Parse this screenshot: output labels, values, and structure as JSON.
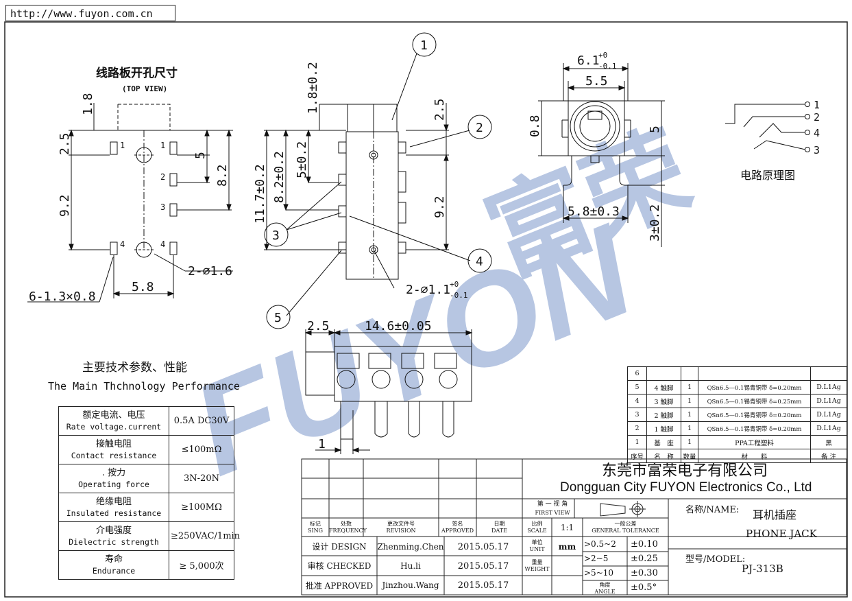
{
  "url": "http://www.fuyon.com.cn",
  "watermark": {
    "brand": "FUYON",
    "cn": "富荣",
    "color": "#7e99cc"
  },
  "top_view": {
    "title": "线路板开孔尺寸",
    "subtitle": "(TOP VIEW)",
    "dims": {
      "d1_8": "1.8",
      "d2_5": "2.5",
      "d5": "5",
      "d8_2": "8.2",
      "d9_2": "9.2",
      "d5_8": "5.8",
      "hole": "2-⌀1.6",
      "pads": "6-1.3×0.8"
    },
    "pins": [
      "1",
      "1",
      "2",
      "3",
      "4",
      "4"
    ]
  },
  "side_view": {
    "dims": {
      "top": "1.8±0.2",
      "overall": "11.7±0.2",
      "d8_2": "8.2±0.2",
      "d5": "5±0.2",
      "d2_5": "2.5",
      "d9_2": "9.2",
      "hole_main": "2-⌀1.1",
      "hole_tol_up": "+0",
      "hole_tol_dn": "-0.1"
    },
    "callouts": [
      "1",
      "2",
      "3",
      "4",
      "5"
    ]
  },
  "front_view": {
    "d6_1": "6.1",
    "tol_up": "+0",
    "tol_dn": "-0.1",
    "d5_5": "5.5",
    "d0_8": "0.8",
    "d5": "5",
    "d5_8": "5.8±0.3",
    "d3": "3±0.2"
  },
  "circuit": {
    "title": "电路原理图",
    "pins": [
      "1",
      "2",
      "4",
      "3"
    ]
  },
  "bottom_view": {
    "d2_5": "2.5",
    "d14_6": "14.6±0.05",
    "d1": "1"
  },
  "performance": {
    "title_cn": "主要技术参数、性能",
    "title_en": "The Main Thchnology Performance",
    "rows": [
      {
        "zh": "额定电流、电压",
        "en": "Rate voltage.current",
        "value": "0.5A DC30V"
      },
      {
        "zh": "接触电阻",
        "en": "Contact resistance",
        "value": "≤100mΩ"
      },
      {
        "zh": ". 按力",
        "en": "Operating force",
        "value": "3N-20N"
      },
      {
        "zh": "绝缘电阻",
        "en": "Insulated resistance",
        "value": "≥100MΩ"
      },
      {
        "zh": "介电强度",
        "en": "Dielectric strength",
        "value": "≥250VAC/1min"
      },
      {
        "zh": "寿命",
        "en": "Endurance",
        "value": "≥ 5,000次"
      }
    ]
  },
  "bom": {
    "rows": [
      {
        "no": "6",
        "name": "",
        "qty": "",
        "material": "",
        "note": ""
      },
      {
        "no": "5",
        "name": "4 触脚",
        "qty": "1",
        "material": "QSn6.5—0.1锡青铜带 δ=0.20mm",
        "note": "D.L1Ag"
      },
      {
        "no": "4",
        "name": "3 触脚",
        "qty": "1",
        "material": "QSn6.5—0.1锡青铜带 δ=0.25mm",
        "note": "D.L1Ag"
      },
      {
        "no": "3",
        "name": "2 触脚",
        "qty": "1",
        "material": "QSn6.5—0.1锡青铜带 δ=0.20mm",
        "note": "D.L1Ag"
      },
      {
        "no": "2",
        "name": "1 触脚",
        "qty": "1",
        "material": "QSn6.5—0.1锡青铜带 δ=0.20mm",
        "note": "D.L1Ag"
      },
      {
        "no": "1",
        "name": "基　座",
        "qty": "1",
        "material": "PPA工程塑料",
        "note": "黑"
      }
    ],
    "header": {
      "no": "序号",
      "name": "名　称",
      "qty": "数量",
      "material": "材　　料",
      "note": "备 注"
    }
  },
  "title_block": {
    "company_cn": "东莞市富荣电子有限公司",
    "company_en": "Dongguan City FUYON Electronics Co., Ltd",
    "first_view_cn": "第 一 视 角",
    "first_view_en": "FIRST VIEW",
    "headers": {
      "sign_cn": "标记",
      "sign_en": "SING",
      "freq_cn": "处数",
      "freq_en": "FREQUENCY",
      "rev_cn": "更改文件号",
      "rev_en": "REVISION",
      "appr_cn": "签名",
      "appr_en": "APPROVED",
      "date_cn": "日期",
      "date_en": "DATE",
      "scale_cn": "比例",
      "scale_en": "SCALE",
      "scale_val": "1:1",
      "tol_cn": "一般公差",
      "tol_en": "GENERAL TOLERANCE",
      "unit_cn": "单位",
      "unit_en": "UNIT",
      "unit_val": "mm",
      "weight_cn": "重量",
      "weight_en": "WEIGHT",
      "angle_cn": "角度",
      "angle_en": "ANGLE"
    },
    "signoff": [
      {
        "role": "设计 DESIGN",
        "name": "Zhenming.Chen",
        "date": "2015.05.17"
      },
      {
        "role": "审核 CHECKED",
        "name": "Hu.li",
        "date": "2015.05.17"
      },
      {
        "role": "批准 APPROVED",
        "name": "Jinzhou.Wang",
        "date": "2015.05.17"
      }
    ],
    "tolerances": [
      {
        "range": ">0.5~2",
        "tol": "±0.10"
      },
      {
        "range": ">2~5",
        "tol": "±0.25"
      },
      {
        "range": ">5~10",
        "tol": "±0.30"
      },
      {
        "range": "",
        "tol": "±0.5°"
      }
    ],
    "name_label": "名称/NAME:",
    "name_cn": "耳机插座",
    "name_en": "PHONE JACK",
    "model_label": "型号/MODEL:",
    "model": "PJ-313B"
  }
}
